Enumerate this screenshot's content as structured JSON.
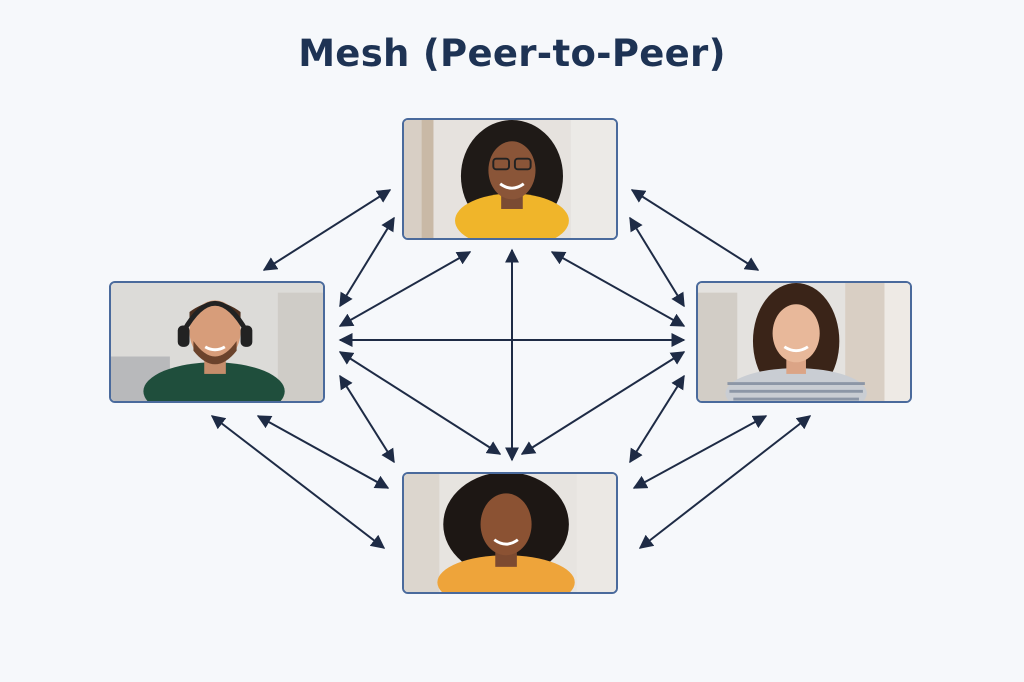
{
  "diagram": {
    "title": "Mesh (Peer-to-Peer)",
    "colors": {
      "arrow": "#1e2b45",
      "node_border": "#4a6a9c",
      "background": "#f6f8fb",
      "title": "#1e3354"
    },
    "nodes": [
      {
        "id": "top",
        "depicts": "woman with curly hair and glasses, yellow top"
      },
      {
        "id": "left",
        "depicts": "bearded man with headphones, green shirt"
      },
      {
        "id": "right",
        "depicts": "woman with long dark hair and earbuds, striped top"
      },
      {
        "id": "bottom",
        "depicts": "woman with curly hair, orange top"
      }
    ],
    "connections": [
      [
        "top",
        "left"
      ],
      [
        "top",
        "right"
      ],
      [
        "top",
        "bottom"
      ],
      [
        "left",
        "right"
      ],
      [
        "left",
        "bottom"
      ],
      [
        "right",
        "bottom"
      ]
    ]
  }
}
